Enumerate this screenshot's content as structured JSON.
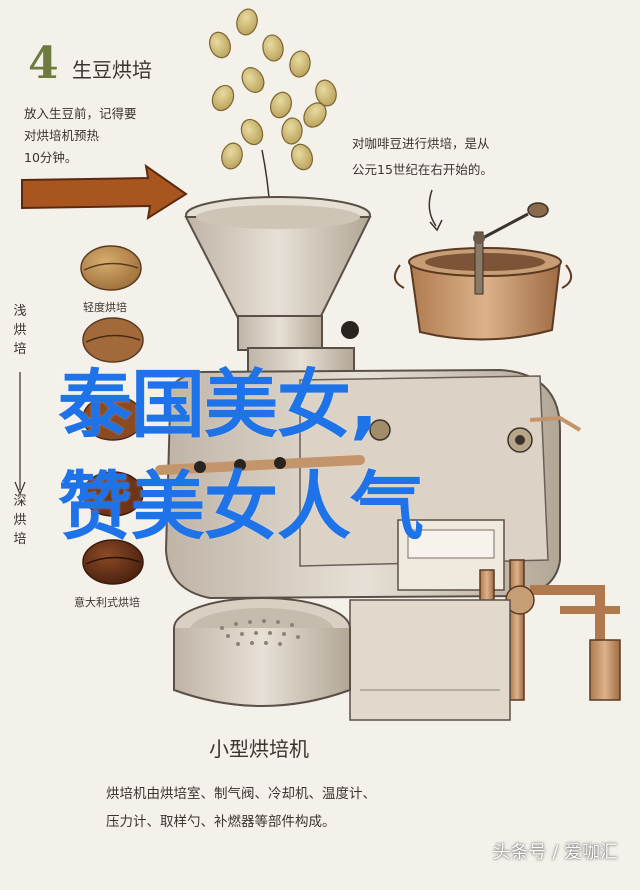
{
  "header": {
    "step_number": "4",
    "step_title": "生豆烘培"
  },
  "notes": {
    "left_1": "放入生豆前，记得要",
    "left_2": "对烘培机预热",
    "left_3": "10分钟。",
    "right_1": "对咖啡豆进行烘培，是从",
    "right_2": "公元15世纪在右开始的。"
  },
  "roast_scale": {
    "light": "浅烘培",
    "dark": "深烘培",
    "light_bean_label": "轻度烘培",
    "dark_bean_label": "意大利式烘培"
  },
  "machine": {
    "title": "小型烘培机",
    "caption_line1": "烘培机由烘培室、制气阀、冷却机、温度计、",
    "caption_line2": "压力计、取样勺、补燃器等部件构成。"
  },
  "overlay": {
    "line1": "泰国美女,",
    "line2": "赞美女人气"
  },
  "watermark": "头条号 / 爱咖汇",
  "colors": {
    "background": "#f4f1ea",
    "overlay_text": "#1f73e8",
    "arrow": "#a9551f",
    "metal": "#d4cbbf",
    "copper": "#c4946a",
    "bean_dark": "#5c2a14"
  },
  "icons": [
    "big-arrow-icon",
    "coffee-bean-icon",
    "grinder-icon",
    "hopper-icon",
    "roasting-drum-icon",
    "cooling-tray-icon"
  ]
}
